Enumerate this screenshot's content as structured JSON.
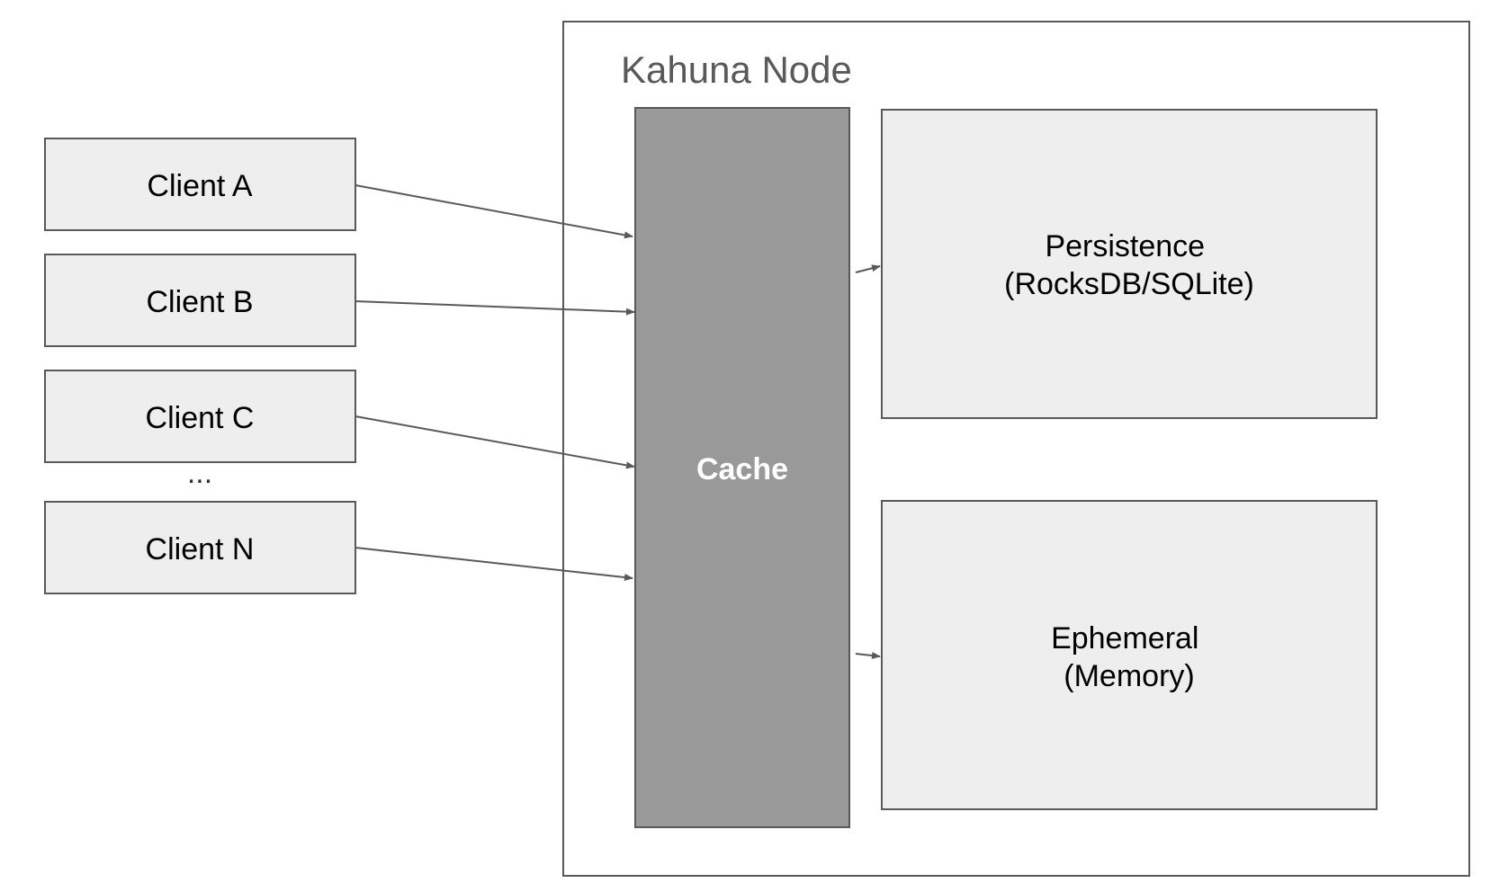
{
  "node": {
    "title": "Kahuna Node",
    "cache_label": "Cache",
    "persistence": {
      "line1": "Persistence",
      "line2": "(RocksDB/SQLite)"
    },
    "ephemeral": {
      "line1": "Ephemeral",
      "line2": "(Memory)"
    }
  },
  "clients": [
    "Client A",
    "Client B",
    "Client C",
    "Client N"
  ],
  "ellipsis": "...",
  "colors": {
    "box_fill": "#eeeeee",
    "cache_fill": "#999999",
    "stroke": "#595959",
    "title": "#595959"
  }
}
